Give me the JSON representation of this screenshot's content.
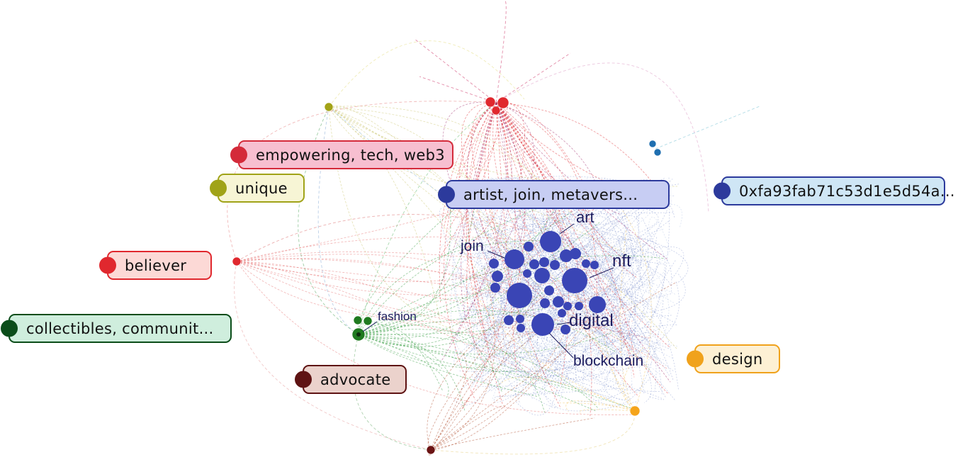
{
  "colors": {
    "red": "#e0282e",
    "olive": "#a3a317",
    "blue": "#3a45b5",
    "navy": "#3b2f96",
    "green": "#1f7a1f",
    "darkgreen": "#0b3d11",
    "maroon": "#6b1414",
    "orange": "#f5a41a",
    "steel": "#1f6fb0",
    "term_text": "#1c1c5e"
  },
  "clusters": [
    {
      "id": "empowering",
      "label": "empowering, tech, web3",
      "color": "#d42a3a",
      "fill": "#f7bfd0"
    },
    {
      "id": "unique",
      "label": "unique",
      "color": "#a0a318",
      "fill": "#f7f5d5"
    },
    {
      "id": "artist",
      "label": "artist, join, metavers...",
      "color": "#2c3a9c",
      "fill": "#c7cdf3"
    },
    {
      "id": "address",
      "label": "0xfa93fab71c53d1e5d54a...",
      "color": "#2c3a9c",
      "fill": "#cfe6f5"
    },
    {
      "id": "believer",
      "label": "believer",
      "color": "#e0282e",
      "fill": "#fcd9d6"
    },
    {
      "id": "collectibles",
      "label": "collectibles, communit...",
      "color": "#0b4d1a",
      "fill": "#cfeedd"
    },
    {
      "id": "advocate",
      "label": "advocate",
      "color": "#5e1313",
      "fill": "#ebd2cc"
    },
    {
      "id": "design",
      "label": "design",
      "color": "#f0a21c",
      "fill": "#fdf0d4"
    }
  ],
  "terms": [
    "art",
    "join",
    "nft",
    "digital",
    "blockchain",
    "fashion"
  ]
}
